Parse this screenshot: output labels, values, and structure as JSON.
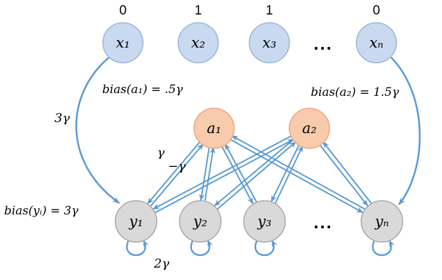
{
  "figure": {
    "input_values": [
      "0",
      "1",
      "1",
      "0"
    ],
    "x_nodes": {
      "labels": [
        "x₁",
        "x₂",
        "x₃",
        "xₙ"
      ]
    },
    "a_nodes": {
      "labels": [
        "a₁",
        "a₂"
      ]
    },
    "y_nodes": {
      "labels": [
        "y₁",
        "y₂",
        "y₃",
        "yₙ"
      ]
    },
    "ellipsis": "...",
    "annotations": {
      "bias_a1": "bias(a₁) = .5γ",
      "bias_a2": "bias(a₂)  = 1.5γ",
      "bias_y": "bias(yᵢ) = 3γ",
      "weight_x_to_y": "3γ",
      "weight_a_y_forward": "γ",
      "weight_a_y_back": "−γ",
      "weight_self_loop": "2γ"
    },
    "colors": {
      "input_node_fill": "#c8d9f0",
      "input_node_stroke": "#9db7dc",
      "hidden_node_fill": "#f8cbad",
      "hidden_node_stroke": "#eaa97e",
      "output_node_fill": "#d9d9d9",
      "output_node_stroke": "#ababab",
      "arrow": "#5b9bd5",
      "text": "#000000"
    }
  }
}
